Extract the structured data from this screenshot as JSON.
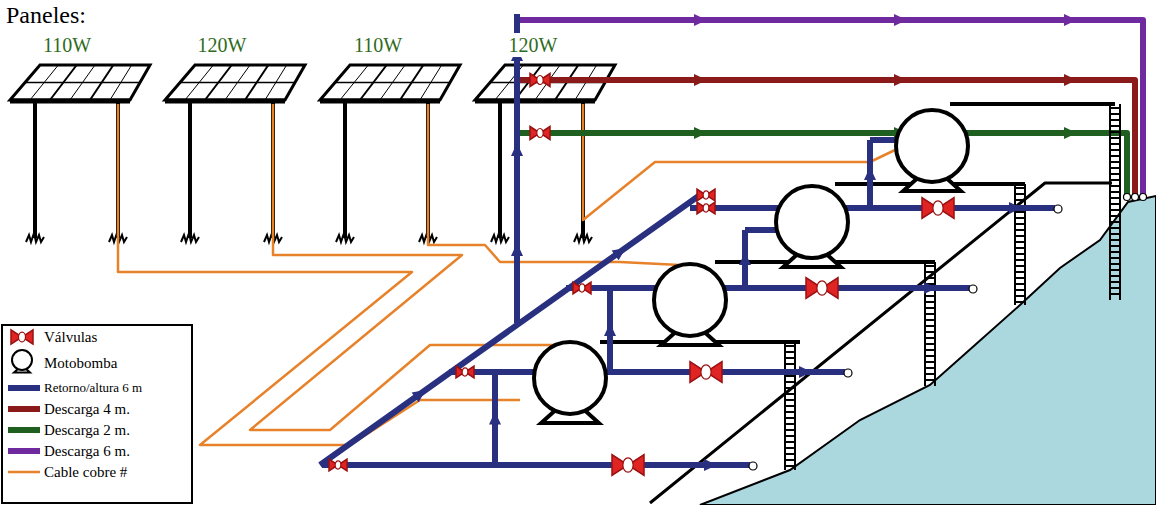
{
  "diagram": {
    "title": "Paneles:",
    "nodes": [
      {
        "text": [
          "110W"
        ]
      },
      {
        "text": [
          "120W"
        ]
      },
      {
        "text": [
          "110W"
        ]
      },
      {
        "text": [
          "120W"
        ]
      }
    ],
    "legend": [
      {
        "text": "Válvulas"
      },
      {
        "text": "Motobomba"
      },
      {
        "text": "Retorno/altura 6 m"
      },
      {
        "text": "Descarga 4 m."
      },
      {
        "text": "Descarga 2 m."
      },
      {
        "text": "Descarga 6 m."
      },
      {
        "text": "Cable cobre #"
      }
    ]
  }
}
